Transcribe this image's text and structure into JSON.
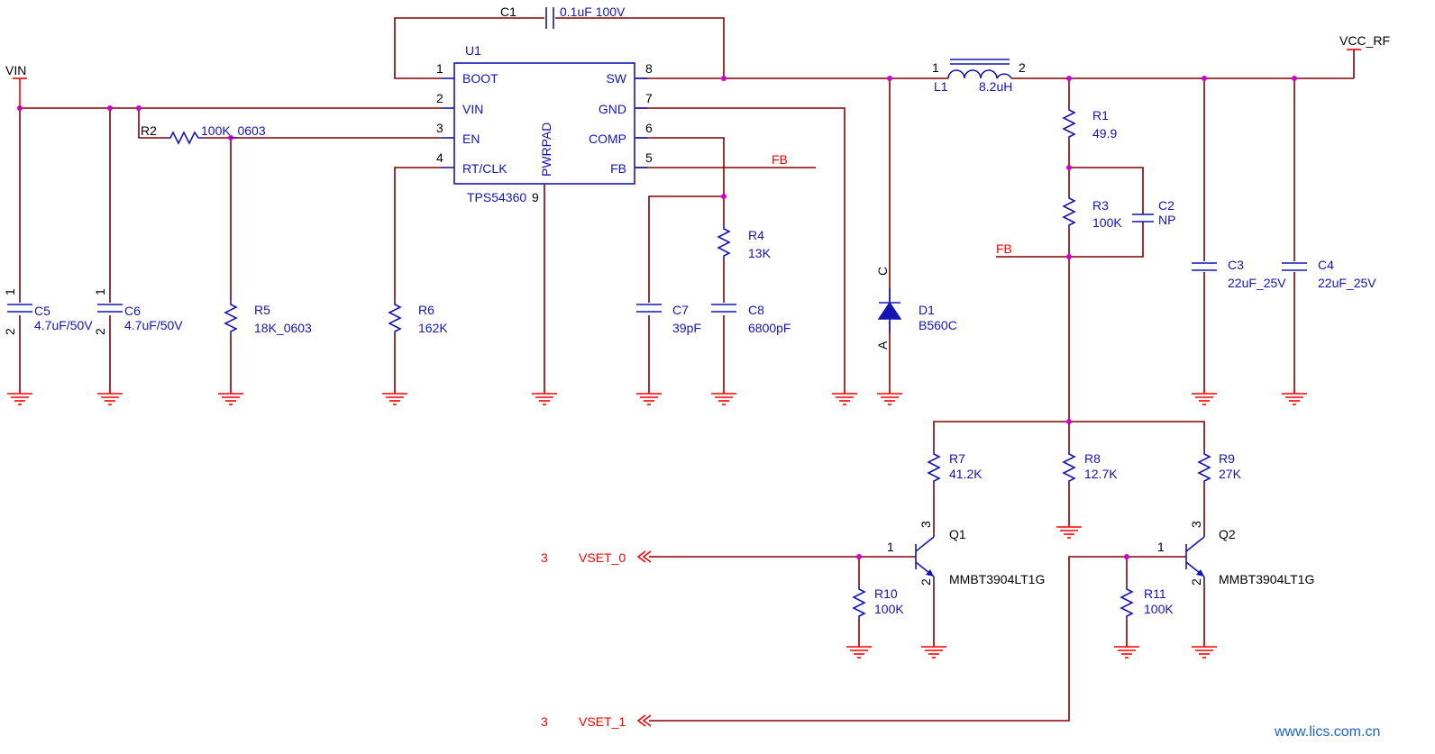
{
  "ic": {
    "ref": "U1",
    "part": "TPS54360",
    "pad_label": "PWRPAD",
    "pins": [
      {
        "num": "1",
        "name": "BOOT"
      },
      {
        "num": "2",
        "name": "VIN"
      },
      {
        "num": "3",
        "name": "EN"
      },
      {
        "num": "4",
        "name": "RT/CLK"
      },
      {
        "num": "8",
        "name": "SW"
      },
      {
        "num": "7",
        "name": "GND"
      },
      {
        "num": "6",
        "name": "COMP"
      },
      {
        "num": "5",
        "name": "FB"
      }
    ],
    "pad_pin": "9"
  },
  "nets": {
    "vin": "VIN",
    "vcc_rf": "VCC_RF",
    "fb": "FB",
    "vset0": "VSET_0",
    "vset1": "VSET_1",
    "port_num": "3"
  },
  "components": {
    "c1": {
      "ref": "C1",
      "value": "0.1uF  100V"
    },
    "l1": {
      "ref": "L1",
      "value": "8.2uH",
      "pin1": "1",
      "pin2": "2"
    },
    "r1": {
      "ref": "R1",
      "value": "49.9"
    },
    "r2": {
      "ref": "R2",
      "value": "100K_0603"
    },
    "r3": {
      "ref": "R3",
      "value": "100K"
    },
    "c2": {
      "ref": "C2",
      "value": "NP"
    },
    "r4": {
      "ref": "R4",
      "value": "13K"
    },
    "r5": {
      "ref": "R5",
      "value": "18K_0603"
    },
    "r6": {
      "ref": "R6",
      "value": "162K"
    },
    "c3": {
      "ref": "C3",
      "value": "22uF_25V"
    },
    "c4": {
      "ref": "C4",
      "value": "22uF_25V"
    },
    "c5": {
      "ref": "C5",
      "value": "4.7uF/50V",
      "pin1": "1",
      "pin2": "2"
    },
    "c6": {
      "ref": "C6",
      "value": "4.7uF/50V",
      "pin1": "1",
      "pin2": "2"
    },
    "c7": {
      "ref": "C7",
      "value": "39pF"
    },
    "c8": {
      "ref": "C8",
      "value": "6800pF"
    },
    "d1": {
      "ref": "D1",
      "value": "B560C",
      "cathode": "C",
      "anode": "A"
    },
    "r7": {
      "ref": "R7",
      "value": "41.2K"
    },
    "r8": {
      "ref": "R8",
      "value": "12.7K"
    },
    "r9": {
      "ref": "R9",
      "value": "27K"
    },
    "r10": {
      "ref": "R10",
      "value": "100K"
    },
    "r11": {
      "ref": "R11",
      "value": "100K"
    },
    "q1": {
      "ref": "Q1",
      "part": "MMBT3904LT1G",
      "b": "1",
      "c": "3",
      "e": "2"
    },
    "q2": {
      "ref": "Q2",
      "part": "MMBT3904LT1G",
      "b": "1",
      "c": "3",
      "e": "2"
    }
  },
  "watermark": "www.lics.com.cn"
}
